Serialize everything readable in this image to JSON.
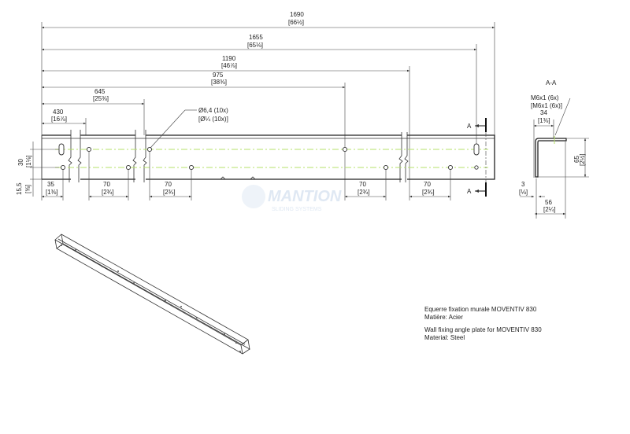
{
  "dimensions": {
    "overall": {
      "mm": "1690",
      "in": "[66½]"
    },
    "d1655": {
      "mm": "1655",
      "in": "[65⅛]"
    },
    "d1190": {
      "mm": "1190",
      "in": "[46⅞]"
    },
    "d975": {
      "mm": "975",
      "in": "[38⅜]"
    },
    "d645": {
      "mm": "645",
      "in": "[25⅜]"
    },
    "d430": {
      "mm": "430",
      "in": "[16⅞]"
    },
    "d35": {
      "mm": "35",
      "in": "[1⅜]"
    },
    "d70": {
      "mm": "70",
      "in": "[2¾]"
    },
    "d30": {
      "mm": "30",
      "in": "[1⅛]"
    },
    "d15_5": {
      "mm": "15,5",
      "in": "[⅝]"
    }
  },
  "hole_callout": {
    "mm": "Ø6,4 (10x)",
    "in": "[Ø¼ (10x)]"
  },
  "section": {
    "marker": "A",
    "title": "A-A",
    "thread": {
      "mm": "M6x1 (6x)",
      "in": "[M6x1 (6x)]"
    },
    "d34": {
      "mm": "34",
      "in": "[1⅜]"
    },
    "d65": {
      "mm": "65",
      "in": "[2½]"
    },
    "d3": {
      "mm": "3",
      "in": "[⅛]"
    },
    "d56": {
      "mm": "56",
      "in": "[2¼]"
    }
  },
  "watermark": {
    "brand": "MANTION",
    "tagline": "SLIDING SYSTEMS"
  },
  "notes": {
    "fr_title": "Equerre fixation murale MOVENTIV 830",
    "fr_material": "Matière: Acier",
    "en_title": "Wall fixing angle plate for MOVENTIV 830",
    "en_material": "Material: Steel"
  },
  "colors": {
    "axis": "#b6e06a",
    "line": "#333333"
  }
}
